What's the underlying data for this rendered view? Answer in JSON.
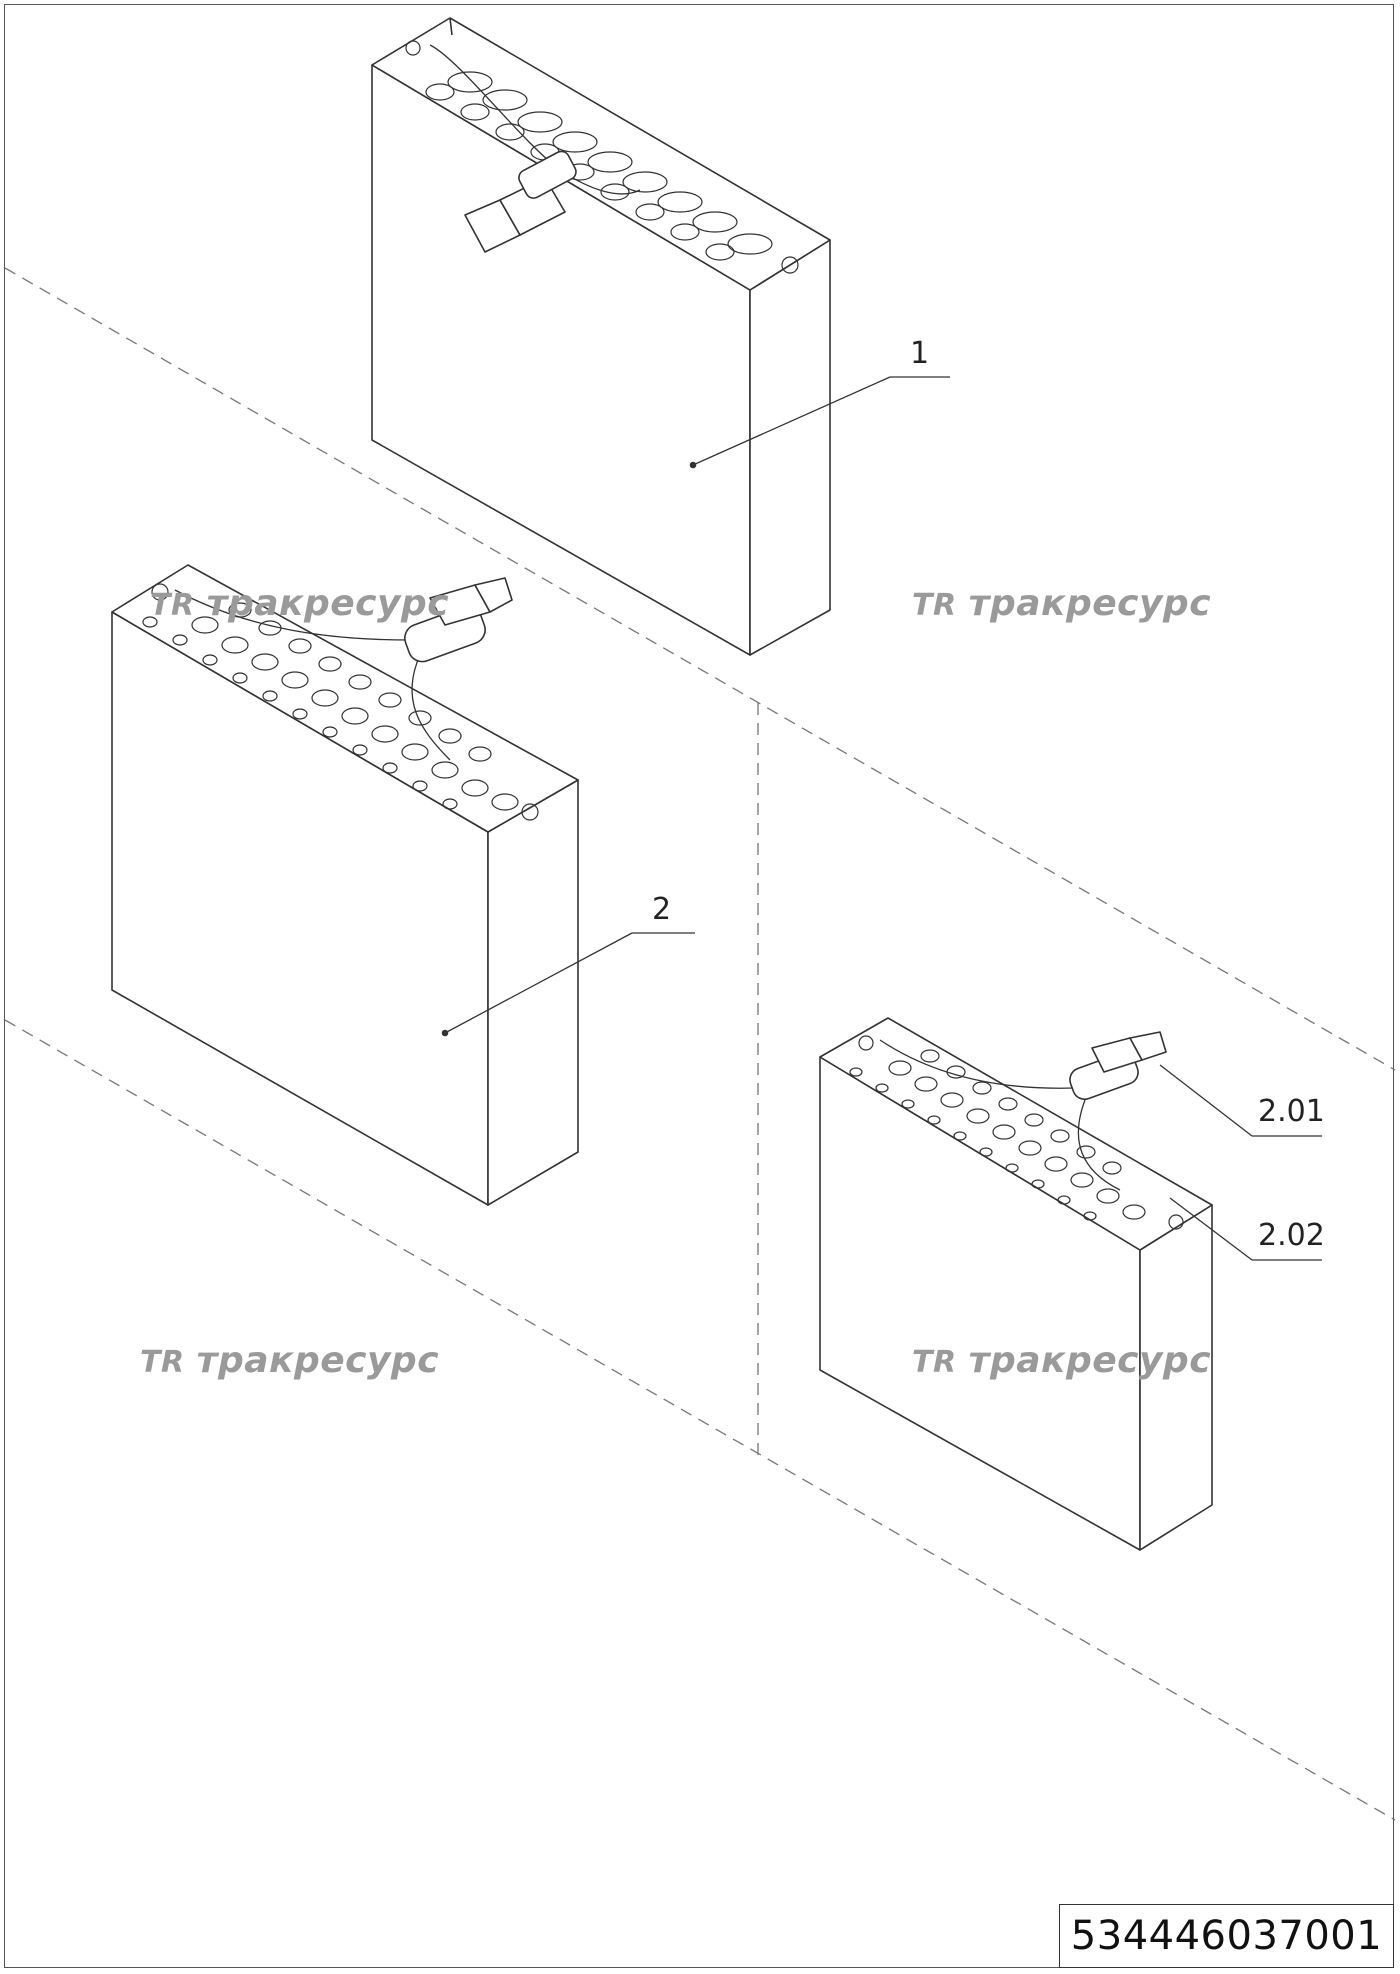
{
  "document": {
    "number": "534446037001"
  },
  "watermark": {
    "logo_text": "TR",
    "brand_text": "тракресурс"
  },
  "callouts": {
    "item1": "1",
    "item2": "2",
    "item201": "2.01",
    "item202": "2.02"
  },
  "colors": {
    "line": "#333333",
    "watermark": "#9a9a9a",
    "dash": "#777777"
  }
}
